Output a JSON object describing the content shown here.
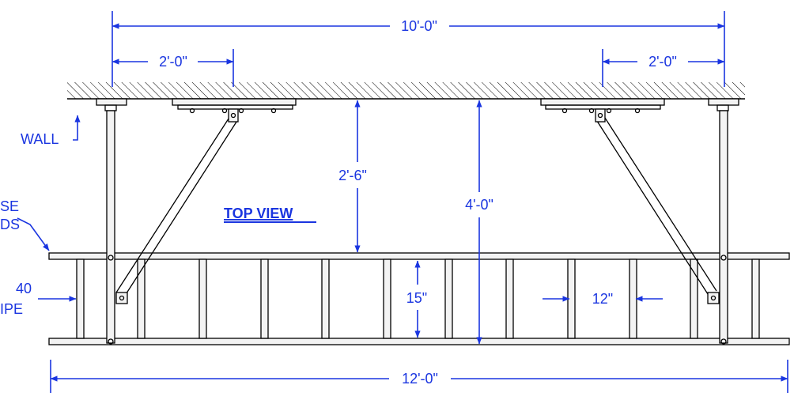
{
  "title": "TOP VIEW",
  "labels": {
    "wall": "WALL",
    "flat_side_rods": [
      "SE",
      "DS"
    ],
    "pipe": [
      "40",
      "IPE"
    ]
  },
  "dimensions": {
    "overall_top": "10'-0\"",
    "left_offset": "2'-0\"",
    "right_offset": "2'-0\"",
    "wall_to_rail": "2'-6\"",
    "wall_to_outer": "4'-0\"",
    "rung_width": "15\"",
    "rung_spacing": "12\"",
    "overall_bottom": "12'-0\""
  },
  "colors": {
    "dimension": "#1a35e0",
    "linework": "#000000"
  }
}
